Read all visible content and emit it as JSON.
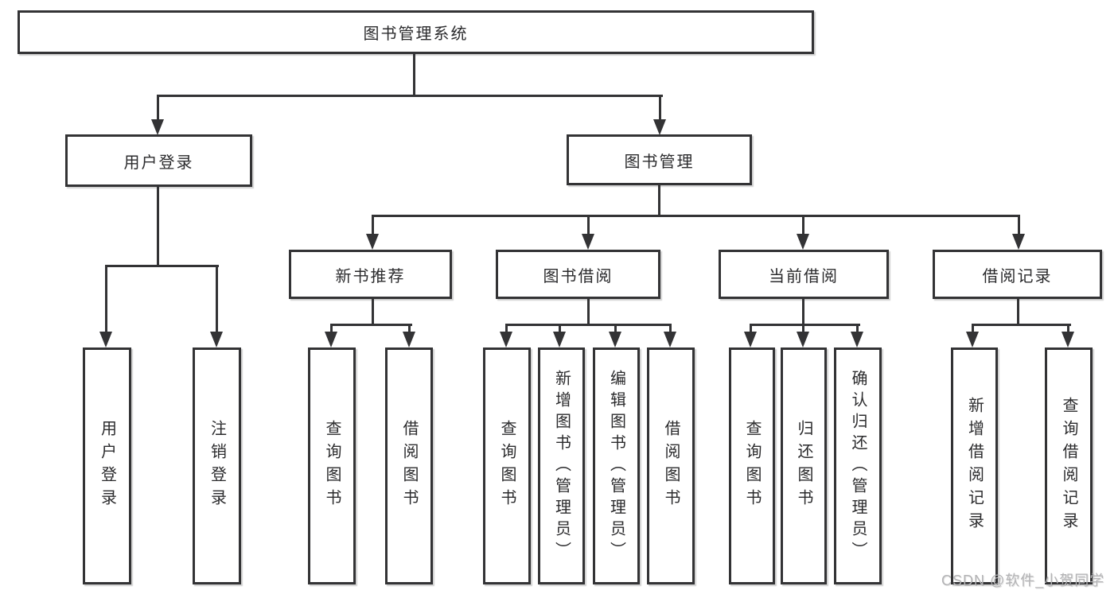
{
  "tree": {
    "root": "图书管理系统",
    "branches": [
      "用户登录",
      "图书管理"
    ],
    "modules": [
      "新书推荐",
      "图书借阅",
      "当前借阅",
      "借阅记录"
    ],
    "leaves": [
      "用户登录",
      "注销登录",
      "查询图书",
      "借阅图书",
      "查询图书",
      "新增图书（管理员）",
      "编辑图书（管理员）",
      "借阅图书",
      "查询图书",
      "归还图书",
      "确认归还（管理员）",
      "新增借阅记录",
      "查询借阅记录"
    ]
  },
  "watermark": "CSDN @软件_小贺同学",
  "colors": {
    "line": "#333335",
    "text": "#2b2b2d",
    "background": "#ffffff",
    "watermark": "#b4b4b6"
  }
}
